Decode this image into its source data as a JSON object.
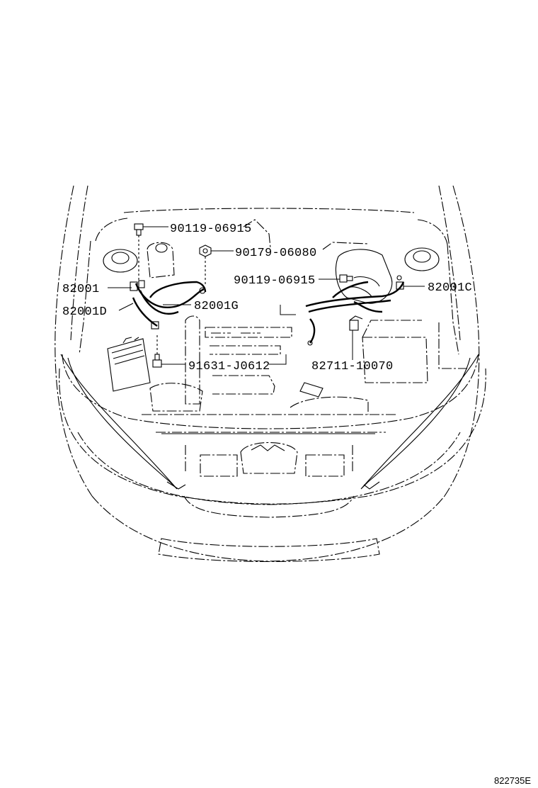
{
  "parts": {
    "bolt_upper_left": "90119-06915",
    "nut_center": "90179-06080",
    "bolt_center_right": "90119-06915",
    "harness_left": "82001",
    "harness_left_d": "82001D",
    "harness_center_g": "82001G",
    "harness_right_c": "82001C",
    "bolt_lower": "91631-J0612",
    "clamp_right": "82711-10070"
  },
  "footer": {
    "diagram_id": "822735E"
  }
}
